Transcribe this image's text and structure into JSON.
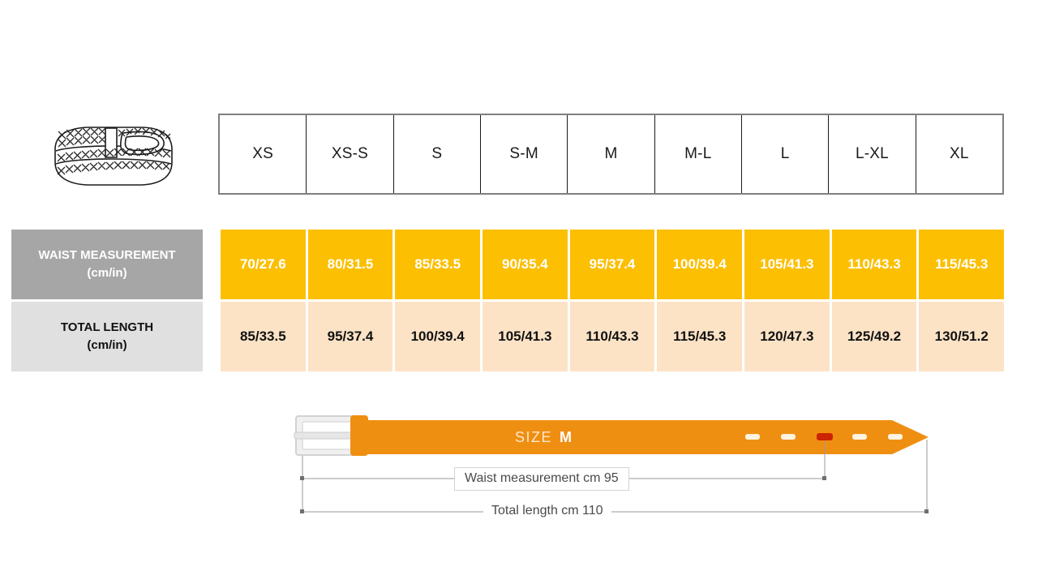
{
  "product_icon": "braided-belt-icon",
  "size_header": {
    "sizes": [
      "XS",
      "XS-S",
      "S",
      "S-M",
      "M",
      "M-L",
      "L",
      "L-XL",
      "XL"
    ]
  },
  "rows": [
    {
      "label_line1": "WAIST MEASUREMENT",
      "label_line2": "(cm/in)",
      "values": [
        "70/27.6",
        "80/31.5",
        "85/33.5",
        "90/35.4",
        "95/37.4",
        "100/39.4",
        "105/41.3",
        "110/43.3",
        "115/45.3"
      ]
    },
    {
      "label_line1": "TOTAL LENGTH",
      "label_line2": "(cm/in)",
      "values": [
        "85/33.5",
        "95/37.4",
        "100/39.4",
        "105/41.3",
        "110/43.3",
        "115/45.3",
        "120/47.3",
        "125/49.2",
        "130/51.2"
      ]
    }
  ],
  "diagram": {
    "size_prefix": "SIZE",
    "size_value": "M",
    "waist_callout": "Waist measurement cm 95",
    "length_callout": "Total length cm 110",
    "holes_total": 5,
    "active_hole_index": 3
  },
  "colors": {
    "belt_orange": "#ef8f12",
    "waist_row_fill": "#fcbf02",
    "length_row_fill": "#fce3c6",
    "waist_label_fill": "#a6a6a6",
    "length_label_fill": "#e0e0e0",
    "active_hole": "#cc2200",
    "buckle_gray": "#e3e3e3",
    "table_border": "#7f7f7f"
  }
}
